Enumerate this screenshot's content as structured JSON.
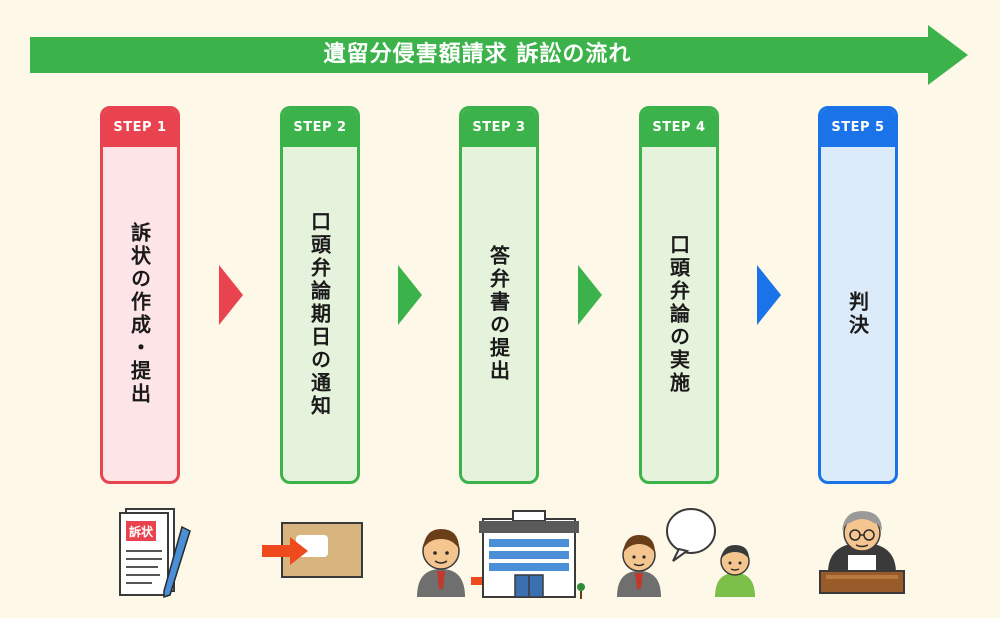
{
  "title": "遺留分侵害額請求 訴訟の流れ",
  "colors": {
    "background": "#fdf8e8",
    "banner": "#3cb34a",
    "red": "#e8434e",
    "green": "#3cb34a",
    "blue": "#1a73e8"
  },
  "steps": [
    {
      "label": "STEP 1",
      "text": "訴状の作成・提出",
      "color": "#e8434e",
      "fill": "#fde4e6"
    },
    {
      "label": "STEP 2",
      "text": "口頭弁論期日の通知",
      "color": "#3cb34a",
      "fill": "#e6f3dc"
    },
    {
      "label": "STEP 3",
      "text": "答弁書の提出",
      "color": "#3cb34a",
      "fill": "#e6f3dc"
    },
    {
      "label": "STEP 4",
      "text": "口頭弁論の実施",
      "color": "#3cb34a",
      "fill": "#e6f3dc"
    },
    {
      "label": "STEP 5",
      "text": "判決",
      "color": "#1a73e8",
      "fill": "#dcebf9"
    }
  ],
  "connectors": [
    "#e8434e",
    "#3cb34a",
    "#3cb34a",
    "#1a73e8"
  ],
  "illustrations": {
    "document_label": "訴状",
    "icons": [
      "document-pen-icon",
      "envelope-arrow-icon",
      "person-court-building-icon",
      "people-speech-bubble-icon",
      "judge-icon"
    ]
  }
}
